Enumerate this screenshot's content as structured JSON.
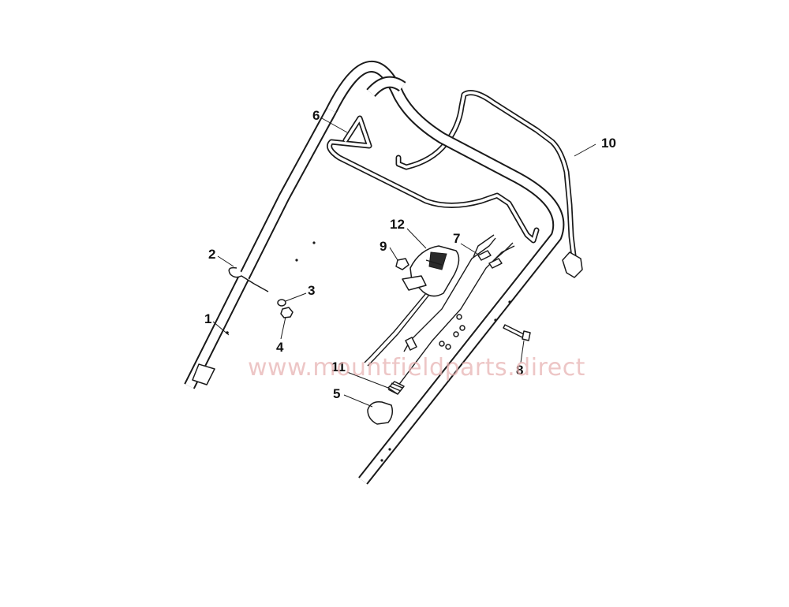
{
  "diagram": {
    "callouts": [
      {
        "id": "c1",
        "label": "1"
      },
      {
        "id": "c2",
        "label": "2"
      },
      {
        "id": "c3",
        "label": "3"
      },
      {
        "id": "c4",
        "label": "4"
      },
      {
        "id": "c5",
        "label": "5"
      },
      {
        "id": "c6",
        "label": "6"
      },
      {
        "id": "c7",
        "label": "7"
      },
      {
        "id": "c8",
        "label": "8"
      },
      {
        "id": "c9",
        "label": "9"
      },
      {
        "id": "c10",
        "label": "10"
      },
      {
        "id": "c11",
        "label": "11"
      },
      {
        "id": "c12",
        "label": "12"
      }
    ],
    "watermark": "www.mountfieldparts.direct"
  }
}
